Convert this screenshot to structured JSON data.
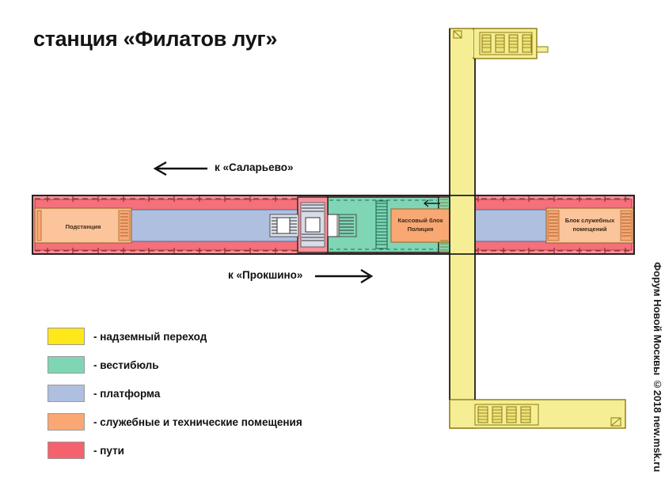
{
  "title": "станция «Филатов луг»",
  "directions": {
    "left": {
      "label": "к «Саларьево»",
      "arrow": "left-arrow-icon"
    },
    "right": {
      "label": "к «Прокшино»",
      "arrow": "right-arrow-icon"
    }
  },
  "plan_labels": {
    "substation": "Подстанция",
    "ticket_office": "Кассовый блок\nПолиция",
    "ticket_office_line1": "Кассовый блок",
    "ticket_office_line2": "Полиция",
    "service_block_line1": "Блок служебных",
    "service_block_line2": "помещений"
  },
  "legend": {
    "items": [
      {
        "color": "#FFE81A",
        "label": "- надземный переход",
        "name": "overground-passage"
      },
      {
        "color": "#7FD6B4",
        "label": "- вестибюль",
        "name": "vestibule"
      },
      {
        "color": "#AEBFE0",
        "label": "- платформа",
        "name": "platform"
      },
      {
        "color": "#F9A873",
        "label": "- служебные и технические помещения",
        "name": "service-technical-rooms"
      },
      {
        "color": "#F4626E",
        "label": "- пути",
        "name": "tracks"
      }
    ]
  },
  "colors": {
    "passage": "#FFE81A",
    "passage_fill": "#F6EE94",
    "vestibule": "#7FD6B4",
    "platform": "#AEBFE0",
    "service": "#F9A873",
    "service_light": "#FBC49B",
    "tracks": "#F4626E",
    "tracks_light": "#F9919A",
    "outline": "#1a1a1a",
    "passage_outline": "#8a7a12",
    "tracks_outline": "#b03a3a",
    "service_outline": "#a8662e",
    "vestibule_outline": "#2f8f72",
    "platform_outline": "#5a6d9a"
  },
  "watermark": "Форум Новой Москвы ©2018 new.msk.ru"
}
